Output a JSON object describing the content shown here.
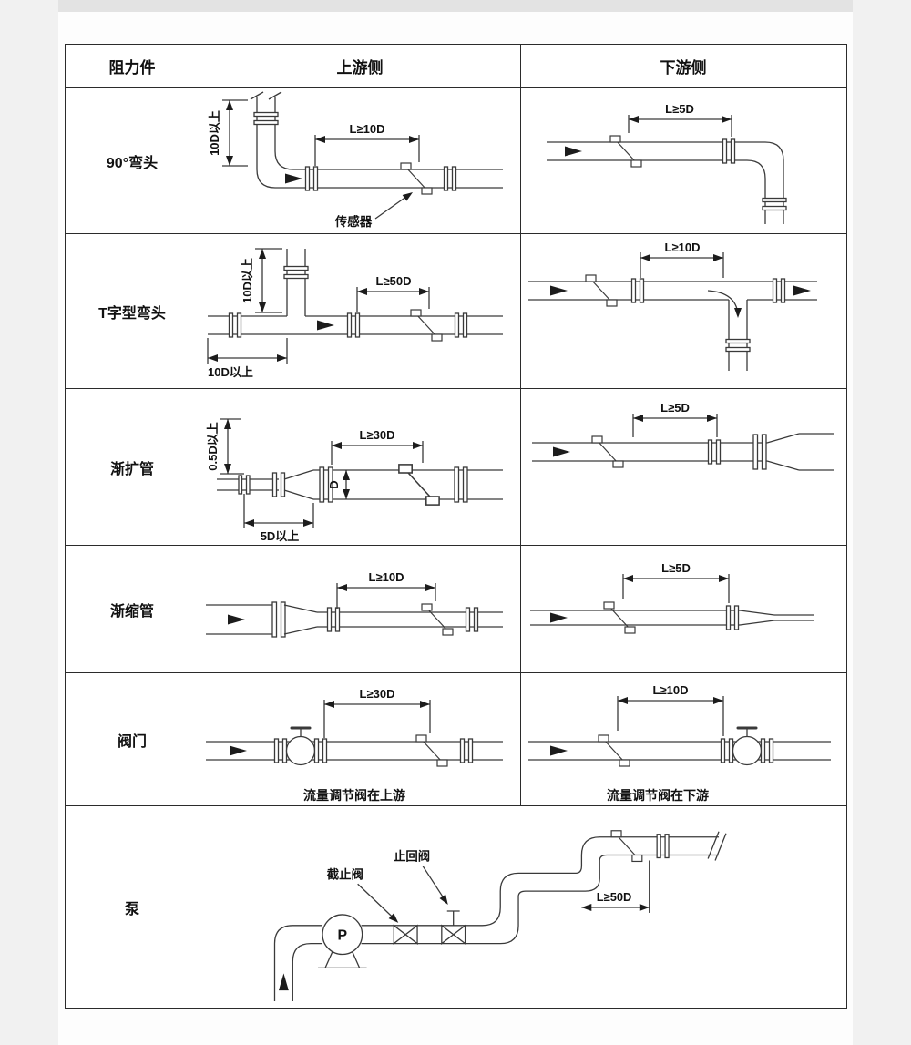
{
  "header": {
    "col_resistance": "阻力件",
    "col_upstream": "上游侧",
    "col_downstream": "下游侧"
  },
  "rows": {
    "elbow90": {
      "label": "90°弯头",
      "up": {
        "L": "L≥10D",
        "v": "10D以上",
        "sensor": "传感器"
      },
      "down": {
        "L": "L≥5D"
      }
    },
    "tee": {
      "label": "T字型弯头",
      "up": {
        "v": "10D以上",
        "L": "L≥50D",
        "h": "10D以上"
      },
      "down": {
        "L": "L≥10D"
      }
    },
    "expander": {
      "label": "渐扩管",
      "up": {
        "v": "0.5D以上",
        "L": "L≥30D",
        "d": "D",
        "h": "5D以上"
      },
      "down": {
        "L": "L≥5D"
      }
    },
    "reducer": {
      "label": "渐缩管",
      "up": {
        "L": "L≥10D"
      },
      "down": {
        "L": "L≥5D"
      }
    },
    "valve": {
      "label": "阀门",
      "up": {
        "L": "L≥30D",
        "caption": "流量调节阀在上游"
      },
      "down": {
        "L": "L≥10D",
        "caption": "流量调节阀在下游"
      }
    },
    "pump": {
      "label": "泵",
      "stop_valve": "截止阀",
      "check_valve": "止回阀",
      "p": "P",
      "L": "L≥50D"
    }
  }
}
